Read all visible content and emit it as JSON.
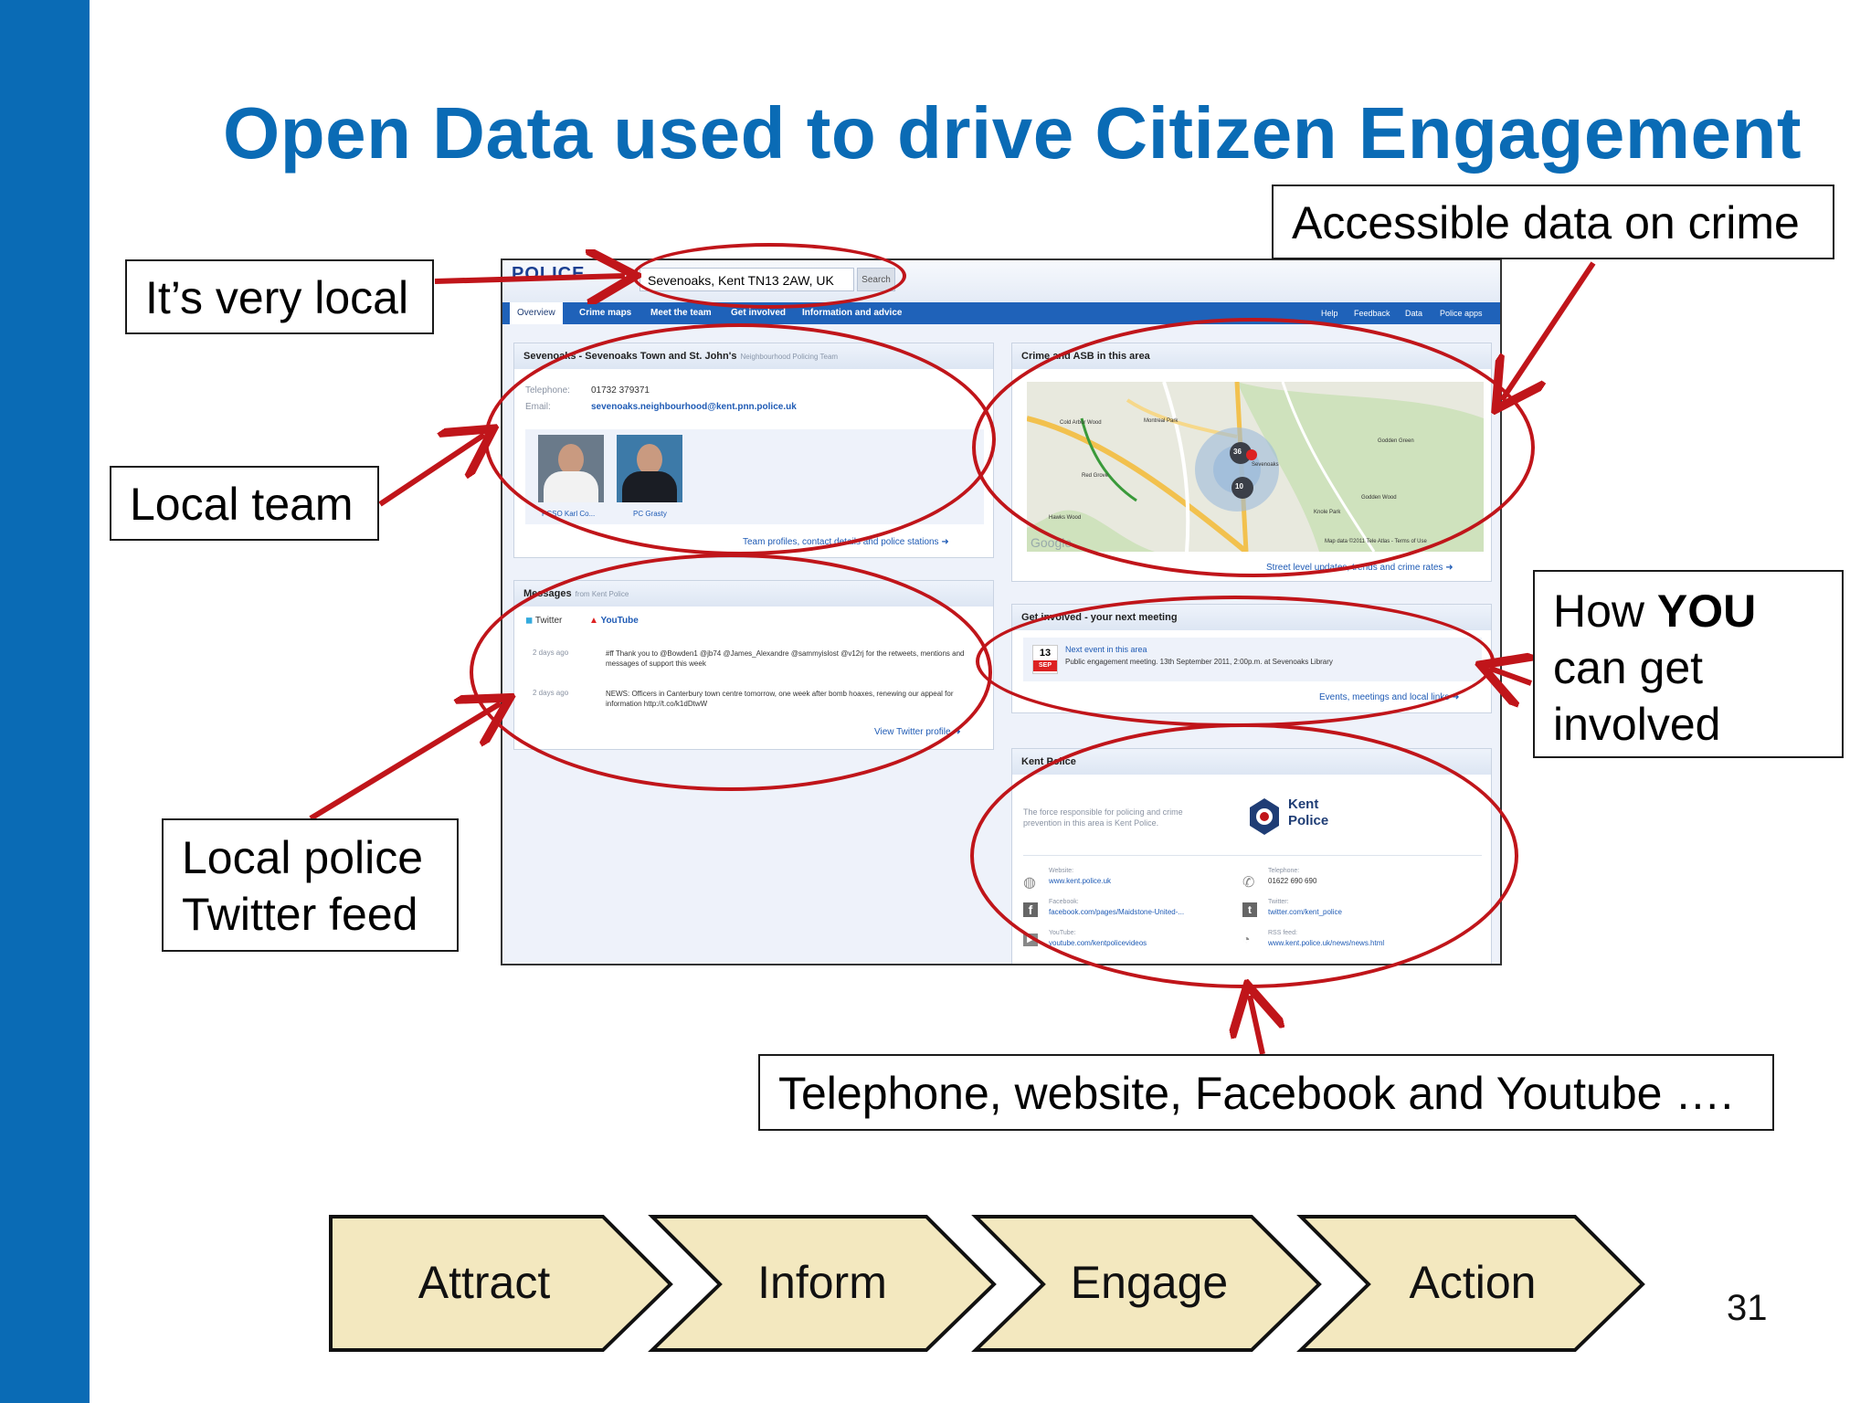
{
  "slide": {
    "title": "Open Data used to drive Citizen Engagement",
    "page_number": "31"
  },
  "callouts": {
    "very_local": "It’s very local",
    "local_team": "Local team",
    "twitter_feed": [
      "Local police",
      "Twitter feed"
    ],
    "crime_data": "Accessible data on crime",
    "get_involved": {
      "prefix": "How ",
      "emphasis": "YOU",
      "rest": [
        "can get",
        "involved"
      ]
    },
    "contact_channels": "Telephone, website, Facebook and Youtube …."
  },
  "flow_steps": [
    "Attract",
    "Inform",
    "Engage",
    "Action"
  ],
  "website": {
    "logo": "POLICE",
    "search_value": "Sevenoaks, Kent TN13 2AW, UK",
    "search_button": "Search",
    "nav_tabs": [
      "Overview",
      "Crime maps",
      "Meet the team",
      "Get involved",
      "Information and advice"
    ],
    "nav_right": [
      "Help",
      "Feedback",
      "Data",
      "Police apps"
    ],
    "team_panel": {
      "title": "Sevenoaks - Sevenoaks Town and St. John's",
      "subtitle": "Neighbourhood Policing Team",
      "telephone_label": "Telephone:",
      "telephone": "01732 379371",
      "email_label": "Email:",
      "email": "sevenoaks.neighbourhood@kent.pnn.police.uk",
      "officers": [
        "PCSO Karl Co...",
        "PC Grasty"
      ],
      "link": "Team profiles, contact details and police stations"
    },
    "crime_panel": {
      "title": "Crime and ASB in this area",
      "map_places": [
        "Montreal Park",
        "Red Grove",
        "Sevenoaks",
        "Godden Green",
        "Godden Wood",
        "Knole Park",
        "Hawks Wood",
        "Cold Arbor Wood"
      ],
      "cluster_counts": [
        "36",
        "10"
      ],
      "map_credit": "Map data ©2011 Tele Atlas - Terms of Use",
      "google": "Google",
      "link": "Street level updates, trends and crime rates"
    },
    "messages_panel": {
      "title": "Messages",
      "subtitle": "from Kent Police",
      "tabs": [
        "Twitter",
        "YouTube"
      ],
      "items": [
        {
          "time": "2 days ago",
          "text": "#ff Thank you to @Bowden1 @jb74 @James_Alexandre @sammyislost @v12rj for the retweets, mentions and messages of support this week"
        },
        {
          "time": "2 days ago",
          "text": "NEWS: Officers in Canterbury town centre tomorrow, one week after bomb hoaxes, renewing our appeal for information http://t.co/k1dDtwW"
        }
      ],
      "link": "View Twitter profile"
    },
    "meeting_panel": {
      "title": "Get involved - your next meeting",
      "day": "13",
      "month": "SEP",
      "event_title": "Next event in this area",
      "event_detail": "Public engagement meeting. 13th September 2011, 2:00p.m. at Sevenoaks Library",
      "link": "Events, meetings and local links"
    },
    "force_panel": {
      "title": "Kent Police",
      "description": [
        "The force responsible for policing and crime",
        "prevention in this area is Kent Police."
      ],
      "badge_text": [
        "Kent",
        "Police"
      ],
      "contacts": [
        {
          "label": "Website:",
          "value": "www.kent.police.uk",
          "icon": "globe-icon"
        },
        {
          "label": "Telephone:",
          "value": "01622 690 690",
          "icon": "phone-icon"
        },
        {
          "label": "Facebook:",
          "value": "facebook.com/pages/Maidstone-United-...",
          "icon": "facebook-icon"
        },
        {
          "label": "Twitter:",
          "value": "twitter.com/kent_police",
          "icon": "twitter-icon"
        },
        {
          "label": "YouTube:",
          "value": "youtube.com/kentpolicevideos",
          "icon": "youtube-icon"
        },
        {
          "label": "RSS feed:",
          "value": "www.kent.police.uk/news/news.html",
          "icon": "rss-icon"
        }
      ]
    }
  },
  "colors": {
    "accent_blue": "#0a6bb5",
    "annotation_red": "#c0151a",
    "chevron_fill": "#f3e8bf",
    "nav_blue": "#1f62b9"
  }
}
